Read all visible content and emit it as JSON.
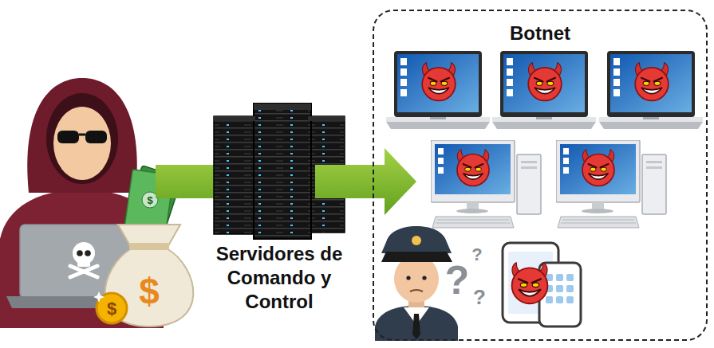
{
  "diagram": {
    "nodes": [
      {
        "text": [
          "Botnet"
        ]
      }
    ],
    "labels": [
      "Servidores de Comando y Control",
      "$",
      "$",
      "$",
      "?",
      "?",
      "?"
    ]
  }
}
